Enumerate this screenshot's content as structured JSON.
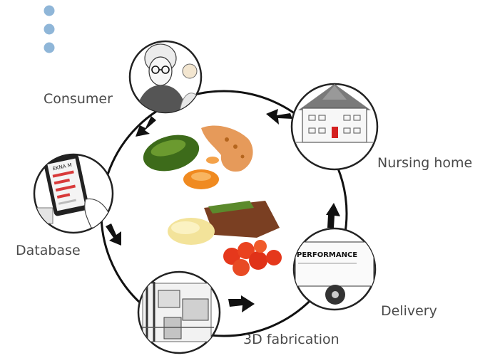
{
  "labels": {
    "consumer": "Consumer",
    "nursing_home": "Nursing home",
    "database": "Database",
    "delivery": "Delivery",
    "fabrication": "3D fabrication"
  },
  "tablet": {
    "title": "EKNA M"
  },
  "truck": {
    "brand": "PERFORMANCE"
  },
  "colors": {
    "bullet": "#8fb6d8",
    "ring": "#111111",
    "door": "#d42020",
    "bar": "#d83a3a"
  }
}
